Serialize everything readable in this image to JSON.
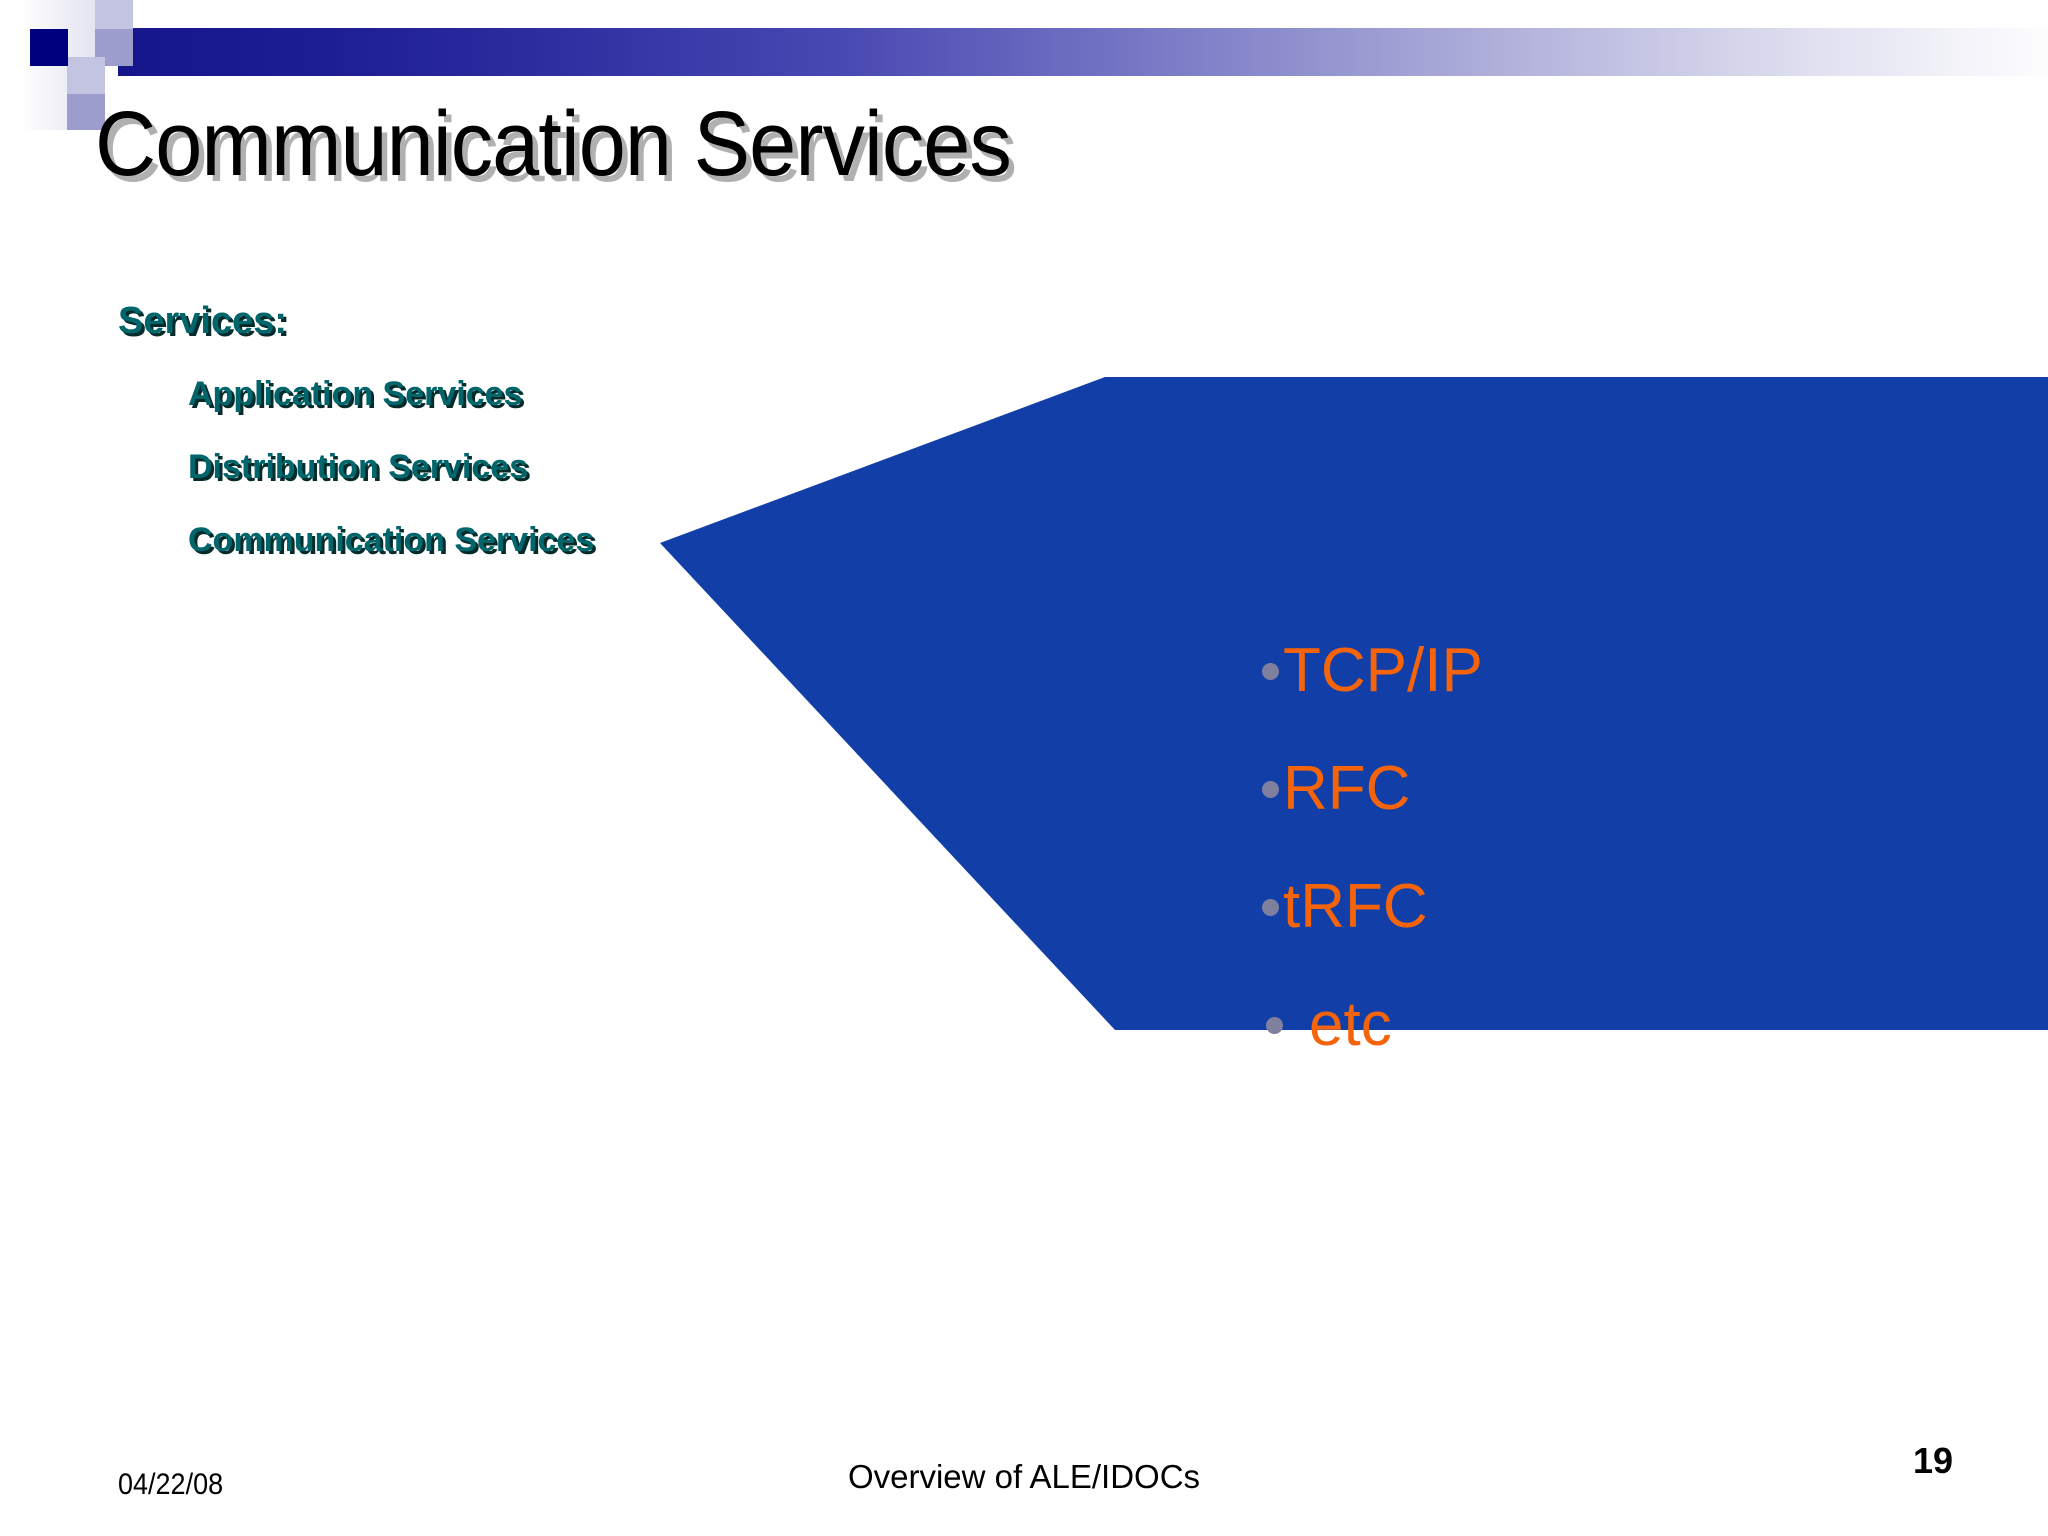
{
  "slide": {
    "title": "Communication Services",
    "accent_navy": "#00007e",
    "accent_lavender": "#c3c3e2",
    "callout_blue": "#123ea8",
    "list_teal": "#00666b",
    "bullet_orange": "#f5640a",
    "bullet_dot_color": "#7f7f9e"
  },
  "services": {
    "heading": "Services:",
    "items": [
      {
        "label": "Application Services"
      },
      {
        "label": "Distribution Services"
      },
      {
        "label": "Communication Services"
      }
    ]
  },
  "callout": {
    "items": [
      {
        "label": "TCP/IP"
      },
      {
        "label": "RFC"
      },
      {
        "label": "tRFC"
      },
      {
        "label": "etc"
      }
    ]
  },
  "footer": {
    "date": "04/22/08",
    "subtitle": "Overview of ALE/IDOCs",
    "page_number": "19"
  }
}
